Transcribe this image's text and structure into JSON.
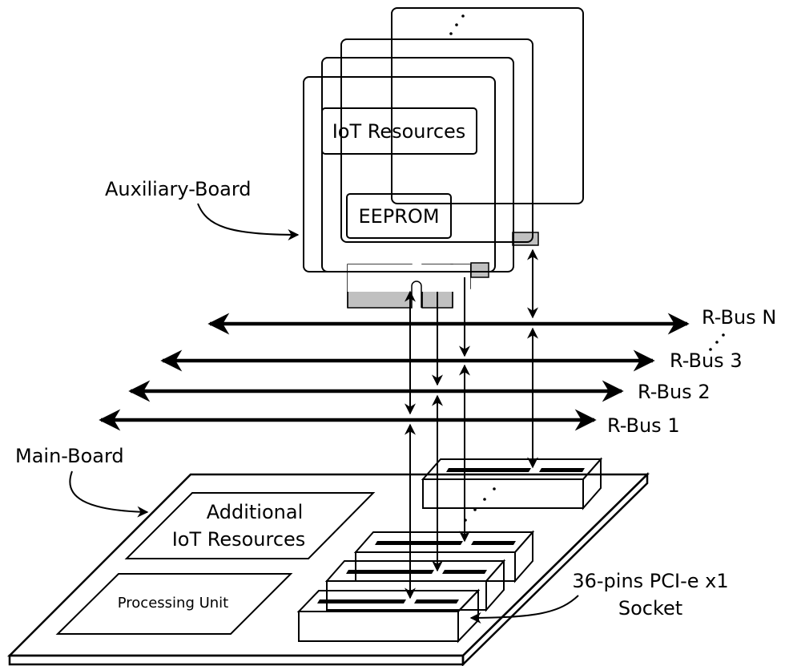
{
  "labels": {
    "auxiliary_board": "Auxiliary-Board",
    "main_board": "Main-Board",
    "iot_resources": "IoT Resources",
    "eeprom": "EEPROM",
    "additional_iot_line1": "Additional",
    "additional_iot_line2": "IoT Resources",
    "processing_unit": "Processing Unit",
    "socket_line1": "36-pins PCI-e x1",
    "socket_line2": "Socket"
  },
  "buses": [
    {
      "label": "R-Bus N"
    },
    {
      "label": "R-Bus 3"
    },
    {
      "label": "R-Bus 2"
    },
    {
      "label": "R-Bus 1"
    }
  ],
  "colors": {
    "stroke": "#000000",
    "board_fill": "#ffffff",
    "connector_fill": "#c0c0c0"
  }
}
